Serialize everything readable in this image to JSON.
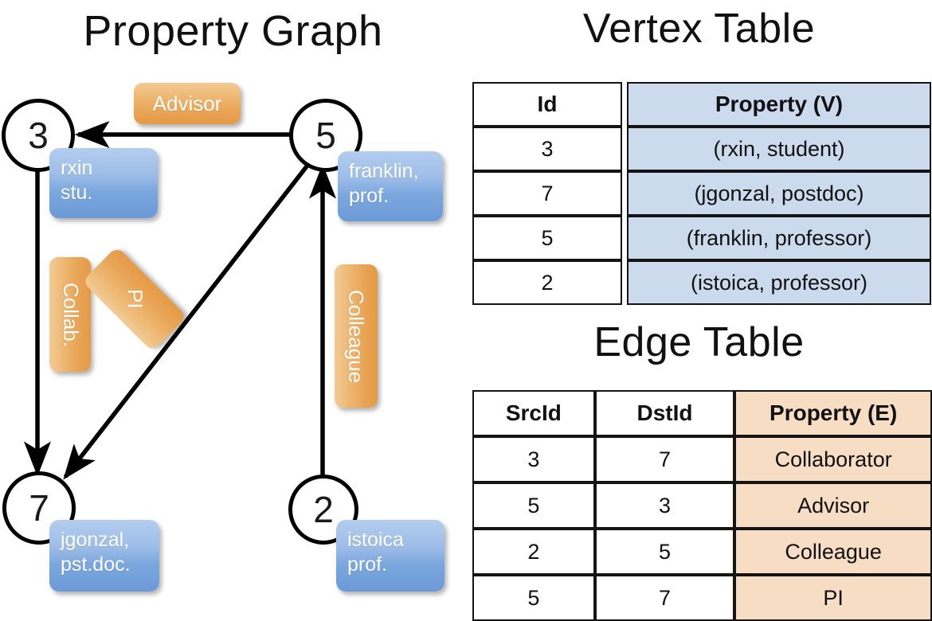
{
  "titles": {
    "property_graph": "Property Graph",
    "vertex_table": "Vertex Table",
    "edge_table": "Edge Table"
  },
  "graph": {
    "nodes": [
      {
        "id": "3",
        "label_line1": "rxin",
        "label_line2": "stu."
      },
      {
        "id": "5",
        "label_line1": "franklin,",
        "label_line2": "prof."
      },
      {
        "id": "7",
        "label_line1": "jgonzal,",
        "label_line2": "pst.doc."
      },
      {
        "id": "2",
        "label_line1": "istoica",
        "label_line2": "prof."
      }
    ],
    "edge_labels": [
      {
        "text": "Advisor",
        "orientation": "horizontal"
      },
      {
        "text": "Collab.",
        "orientation": "vertical-90"
      },
      {
        "text": "PI",
        "orientation": "rotated-135"
      },
      {
        "text": "Colleague",
        "orientation": "vertical-90"
      }
    ]
  },
  "vertex_table": {
    "headers": [
      "Id",
      "Property (V)"
    ],
    "rows": [
      {
        "id": "3",
        "property": "(rxin, student)"
      },
      {
        "id": "7",
        "property": "(jgonzal, postdoc)"
      },
      {
        "id": "5",
        "property": "(franklin, professor)"
      },
      {
        "id": "2",
        "property": "(istoica, professor)"
      }
    ]
  },
  "edge_table": {
    "headers": [
      "SrcId",
      "DstId",
      "Property (E)"
    ],
    "rows": [
      {
        "src": "3",
        "dst": "7",
        "property": "Collaborator"
      },
      {
        "src": "5",
        "dst": "3",
        "property": "Advisor"
      },
      {
        "src": "2",
        "dst": "5",
        "property": "Colleague"
      },
      {
        "src": "5",
        "dst": "7",
        "property": "PI"
      }
    ]
  },
  "colors": {
    "vertex_property_fill": "#ccdaee",
    "edge_property_fill": "#f6ddc4",
    "node_box_blue": "#7ba7de",
    "edge_badge_orange": "#e8a455",
    "stroke": "#141414"
  }
}
